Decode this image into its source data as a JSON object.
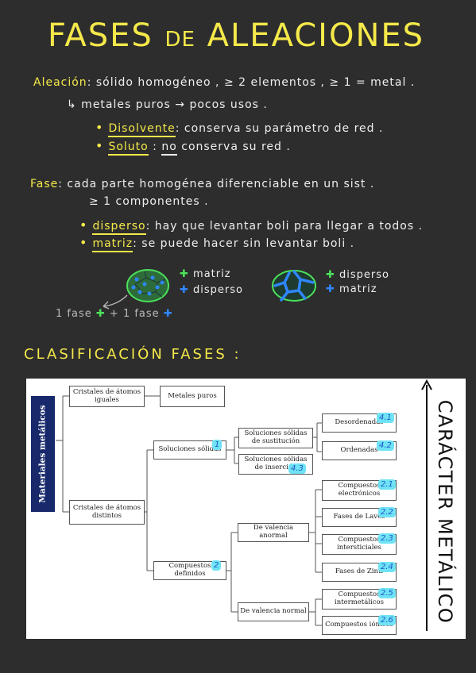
{
  "title": {
    "part1": "FASES",
    "part2": "DE",
    "part3": "ALEACIONES"
  },
  "aleacion": {
    "term": "Aleación",
    "def": ": sólido homogéneo , ≥ 2 elementos , ≥ 1 = metal .",
    "sub": "↳ metales puros → pocos usos .",
    "disolvente_term": "Disolvente",
    "disolvente_def": ": conserva su parámetro de red .",
    "soluto_term": "Soluto",
    "soluto_sep": ":",
    "soluto_no": "no",
    "soluto_def": "conserva su red ."
  },
  "fase": {
    "term": "Fase",
    "def": ": cada parte homogénea diferenciable en un sist .",
    "def2": "≥ 1 componentes .",
    "disperso_term": "disperso",
    "disperso_def": ": hay que levantar boli para llegar a todos .",
    "matriz_term": "matriz",
    "matriz_def": ": se puede hacer sin levantar boli ."
  },
  "legend": {
    "left_a": "matriz",
    "left_b": "disperso",
    "right_a": "disperso",
    "right_b": "matriz",
    "note_1": "1 fase",
    "note_plus": "+",
    "note_2": "1 fase"
  },
  "section_title": "CLASIFICACIÓN FASES :",
  "diagram": {
    "root": "Materiales metálicos",
    "cristales_iguales": "Cristales de átomos iguales",
    "metales_puros": "Metales puros",
    "cristales_distintos": "Cristales de átomos distintos",
    "soluciones_solidas": "Soluciones sólidas",
    "sol_sustitucion": "Soluciones sólidas de sustitución",
    "sol_insercion": "Soluciones sólidas de inserción",
    "desordenadas": "Desordenadas",
    "ordenadas": "Ordenadas",
    "compuestos_definidos": "Compuestos definidos",
    "valencia_anormal": "De valencia anormal",
    "valencia_normal": "De valencia normal",
    "c_electronicos": "Compuestos electrónicos",
    "fases_laves": "Fases de Laves",
    "c_intersticiales": "Compuestos intersticiales",
    "fases_zintl": "Fases de Zintl",
    "c_intermetalicos": "Compuestos intermetálicos",
    "c_ionicos": "Compuestos iónicos",
    "tags": {
      "t1": "1",
      "t2": "2",
      "t41": "4.1",
      "t42": "4.2",
      "t43": "4.3",
      "t21": "2.1",
      "t22": "2.2",
      "t23": "2.3",
      "t24": "2.4",
      "t25": "2.5",
      "t26": "2.6"
    },
    "axis_label": "CARÁCTER METÁLICO"
  },
  "colors": {
    "yellow": "#f5e94a",
    "green": "#4be15a",
    "blue": "#2f86ff",
    "cyan_tag": "#6fe3f5",
    "navy": "#17296b",
    "bg": "#2d2d2d"
  }
}
